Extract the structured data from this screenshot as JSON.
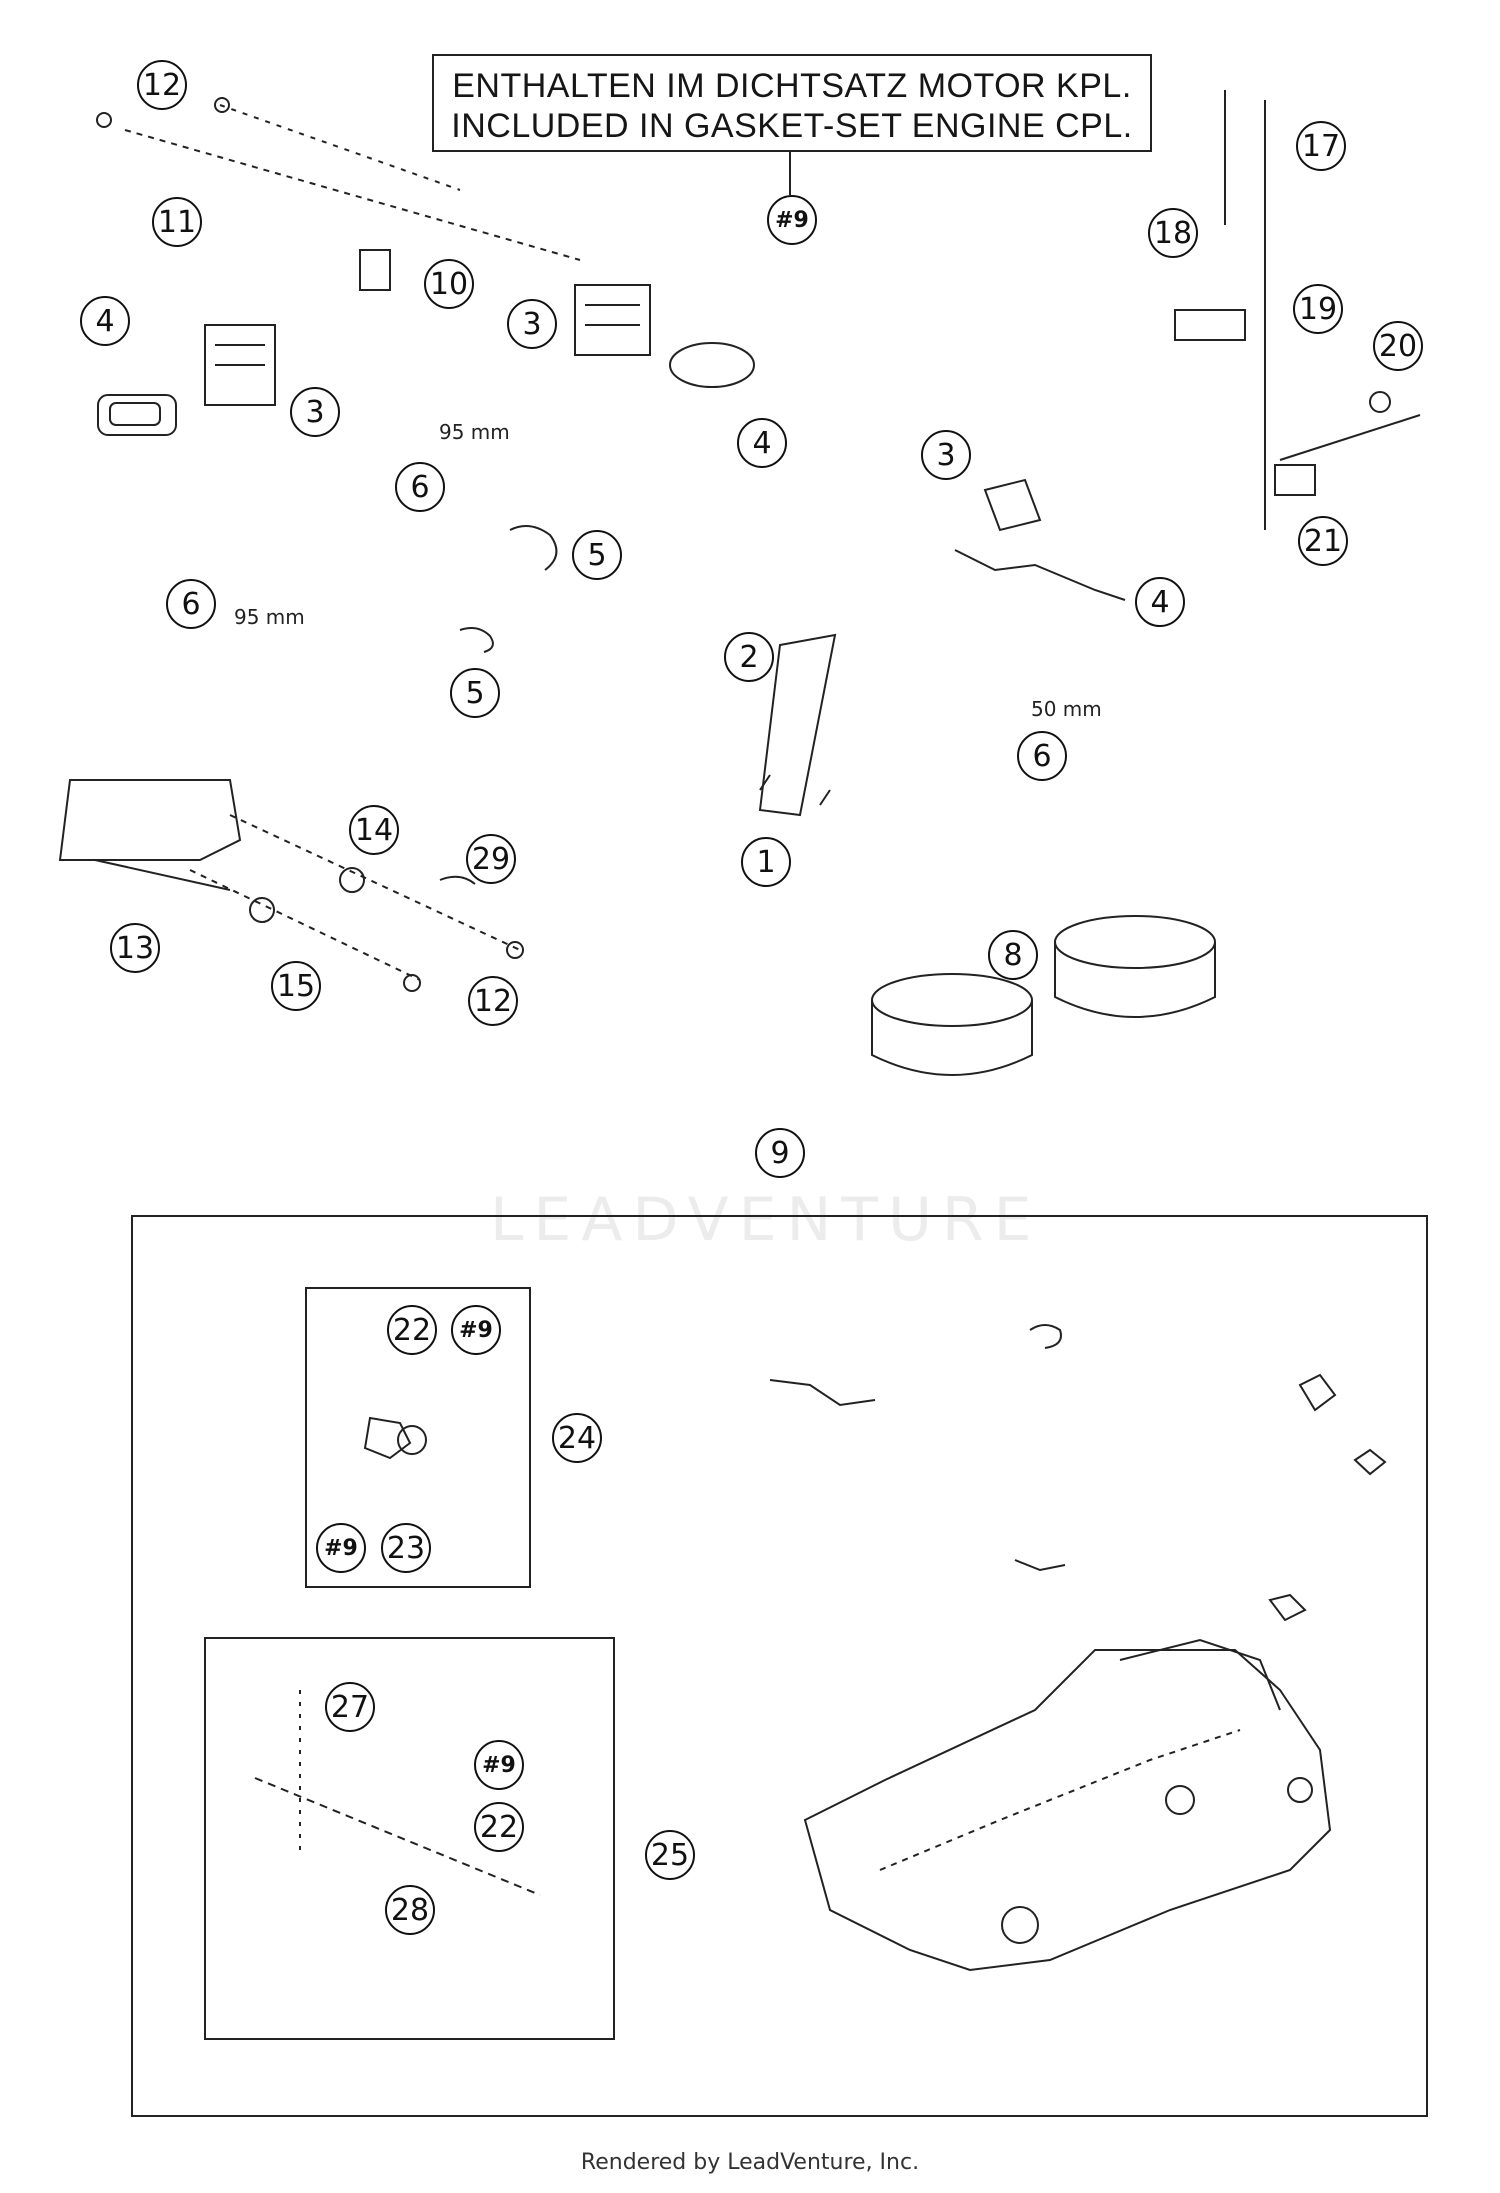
{
  "note": {
    "line1": "ENTHALTEN IM DICHTSATZ MOTOR KPL.",
    "line2": "INCLUDED IN GASKET-SET ENGINE CPL."
  },
  "callouts": {
    "c12a": "12",
    "c11": "11",
    "c10": "10",
    "c4a": "4",
    "c3a": "3",
    "c3b": "3",
    "c4b": "4",
    "c6a": "6",
    "c5a": "5",
    "c6b": "6",
    "c5b": "5",
    "c3c": "3",
    "c4c": "4",
    "c17": "17",
    "c18": "18",
    "c19": "19",
    "c20": "20",
    "c21": "21",
    "c2": "2",
    "c1": "1",
    "c6c": "6",
    "c14": "14",
    "c29": "29",
    "c13": "13",
    "c15": "15",
    "c12b": "12",
    "c8": "8",
    "c9": "9",
    "c22a": "22",
    "c24": "24",
    "c23": "23",
    "c27": "27",
    "c22b": "22",
    "c25": "25",
    "c28": "28"
  },
  "refs": {
    "r9a": "#9",
    "r9b": "#9",
    "r9c": "#9",
    "r9d": "#9"
  },
  "dimensions": {
    "d95a": "95 mm",
    "d95b": "95 mm",
    "d50": "50 mm"
  },
  "watermark": "LEADVENTURE",
  "footer": "Rendered by LeadVenture, Inc."
}
